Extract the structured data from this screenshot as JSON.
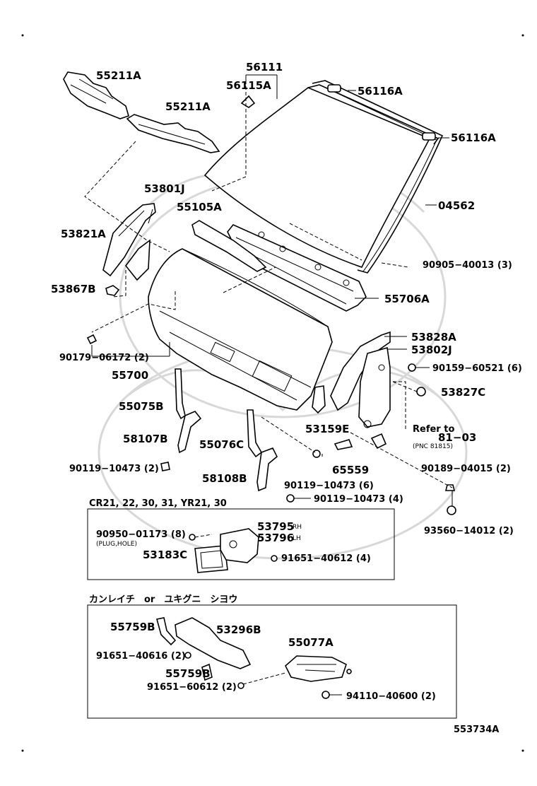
{
  "diagram_id": "553734A",
  "labels": {
    "p55211A_1": "55211A",
    "p55211A_2": "55211A",
    "p56111": "56111",
    "p56115A": "56115A",
    "p56116A_1": "56116A",
    "p56116A_2": "56116A",
    "p53801J": "53801J",
    "p55105A": "55105A",
    "p04562": "04562",
    "p53821A": "53821A",
    "p90905": "90905−40013 (3)",
    "p53867B": "53867B",
    "p55706A": "55706A",
    "p53828A": "53828A",
    "p53802J": "53802J",
    "p90179": "90179−06172 (2)",
    "p55700": "55700",
    "p90159": "90159−60521 (6)",
    "p53827C": "53827C",
    "p55075B": "55075B",
    "p53159E": "53159E",
    "p58107B": "58107B",
    "p55076C": "55076C",
    "refer_to": "Refer to",
    "refer_num": "81−03",
    "refer_pnc": "(PNC 81815)",
    "p65559": "65559",
    "p90119_a": "90119−10473 (2)",
    "p58108B": "58108B",
    "p90119_b": "90119−10473 (6)",
    "p90189": "90189−04015 (2)",
    "p90119_c": "90119−10473 (4)",
    "p93560": "93560−14012 (2)"
  },
  "box1": {
    "title": "CR21, 22, 30, 31, YR21, 30",
    "p90950": "90950−01173 (8)",
    "plug_hole": "(PLUG,HOLE)",
    "p53795": "53795",
    "rh": "RH",
    "p53796": "53796",
    "lh": "LH",
    "p53183C": "53183C",
    "p91651_40612": "91651−40612 (4)"
  },
  "box2": {
    "title": "カンレイチ　or　ユキグニ　シヨウ",
    "p55759B_1": "55759B",
    "p53296B": "53296B",
    "p55077A": "55077A",
    "p91651_40616": "91651−40616 (2)",
    "p55759B_2": "55759B",
    "p91651_60612": "91651−60612 (2)",
    "p94110": "94110−40600 (2)"
  }
}
